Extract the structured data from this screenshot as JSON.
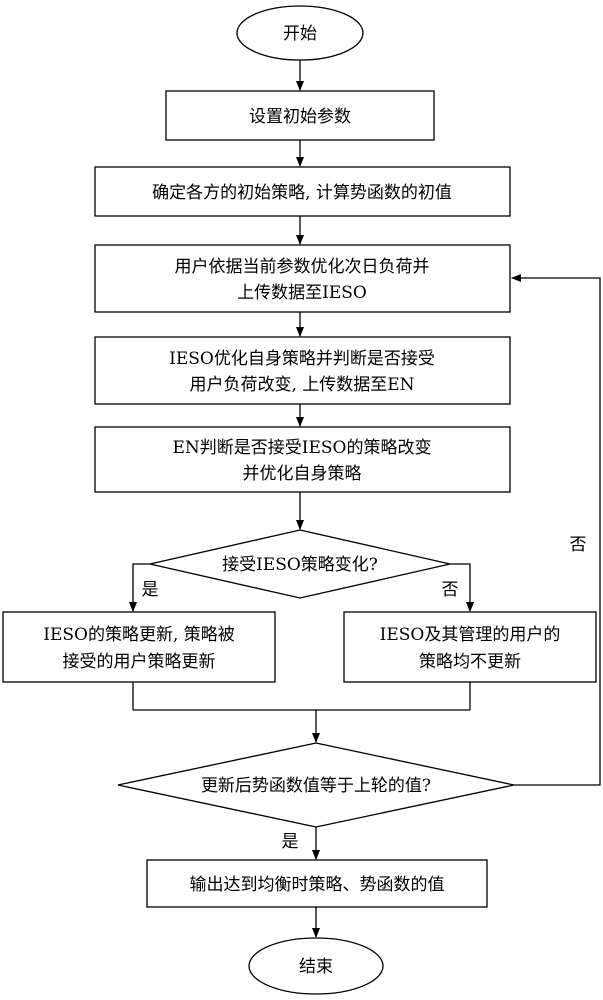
{
  "nodes": {
    "start": "开始",
    "set_params": "设置初始参数",
    "init_strategy": "确定各方的初始策略, 计算势函数的初值",
    "user_opt_line1": "用户依据当前参数优化次日负荷并",
    "user_opt_line2": "上传数据至IESO",
    "ieso_opt_line1": "IESO优化自身策略并判断是否接受",
    "ieso_opt_line2": "用户负荷改变, 上传数据至EN",
    "en_judge_line1": "EN判断是否接受IESO的策略改变",
    "en_judge_line2": "并优化自身策略",
    "decision1": "接受IESO策略变化?",
    "yes_box_line1": "IESO的策略更新, 策略被",
    "yes_box_line2": "接受的用户策略更新",
    "no_box_line1": "IESO及其管理的用户的",
    "no_box_line2": "策略均不更新",
    "decision2": "更新后势函数值等于上轮的值?",
    "output": "输出达到均衡时策略、势函数的值",
    "end": "结束"
  },
  "labels": {
    "d1_yes": "是",
    "d1_no": "否",
    "d2_yes": "是",
    "d2_no": "否"
  }
}
